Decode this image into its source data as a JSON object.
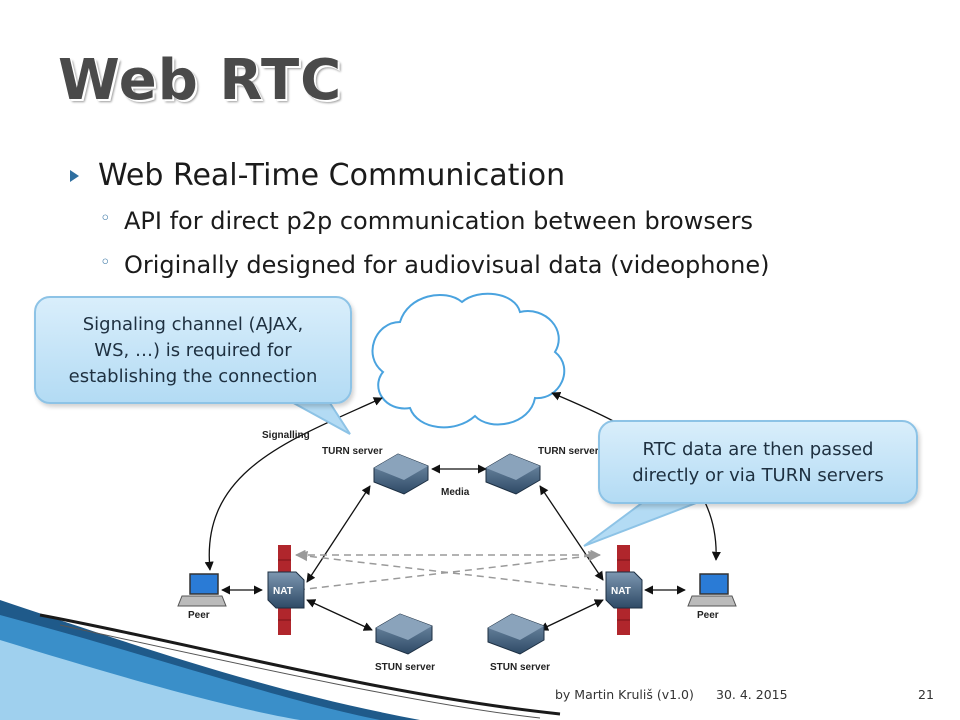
{
  "slide": {
    "title": "Web RTC",
    "bullets": [
      {
        "text": "Web Real-Time Communication"
      },
      {
        "text": "API for direct p2p communication between browsers"
      },
      {
        "text": "Originally designed for audiovisual data (videophone)"
      }
    ]
  },
  "callouts": {
    "signaling": [
      "Signaling channel (AJAX,",
      "WS, …) is required for",
      "establishing the connection"
    ],
    "rtc_data": [
      "RTC data are then passed",
      "directly or via TURN servers"
    ]
  },
  "diagram": {
    "labels": {
      "signalling": "Signalling",
      "turn_left": "TURN server",
      "turn_right": "TURN server",
      "media": "Media",
      "nat_left": "NAT",
      "nat_right": "NAT",
      "peer_left": "Peer",
      "peer_right": "Peer",
      "stun_left": "STUN server",
      "stun_right": "STUN server"
    }
  },
  "footer": {
    "author": "by Martin Kruliš (v1.0)",
    "date": "30. 4. 2015",
    "page": "21"
  },
  "colors": {
    "accent": "#2f6fa0",
    "callout_fill": "#b3dbf4",
    "firewall": "#b0262c",
    "device": "#3f5f7f"
  }
}
